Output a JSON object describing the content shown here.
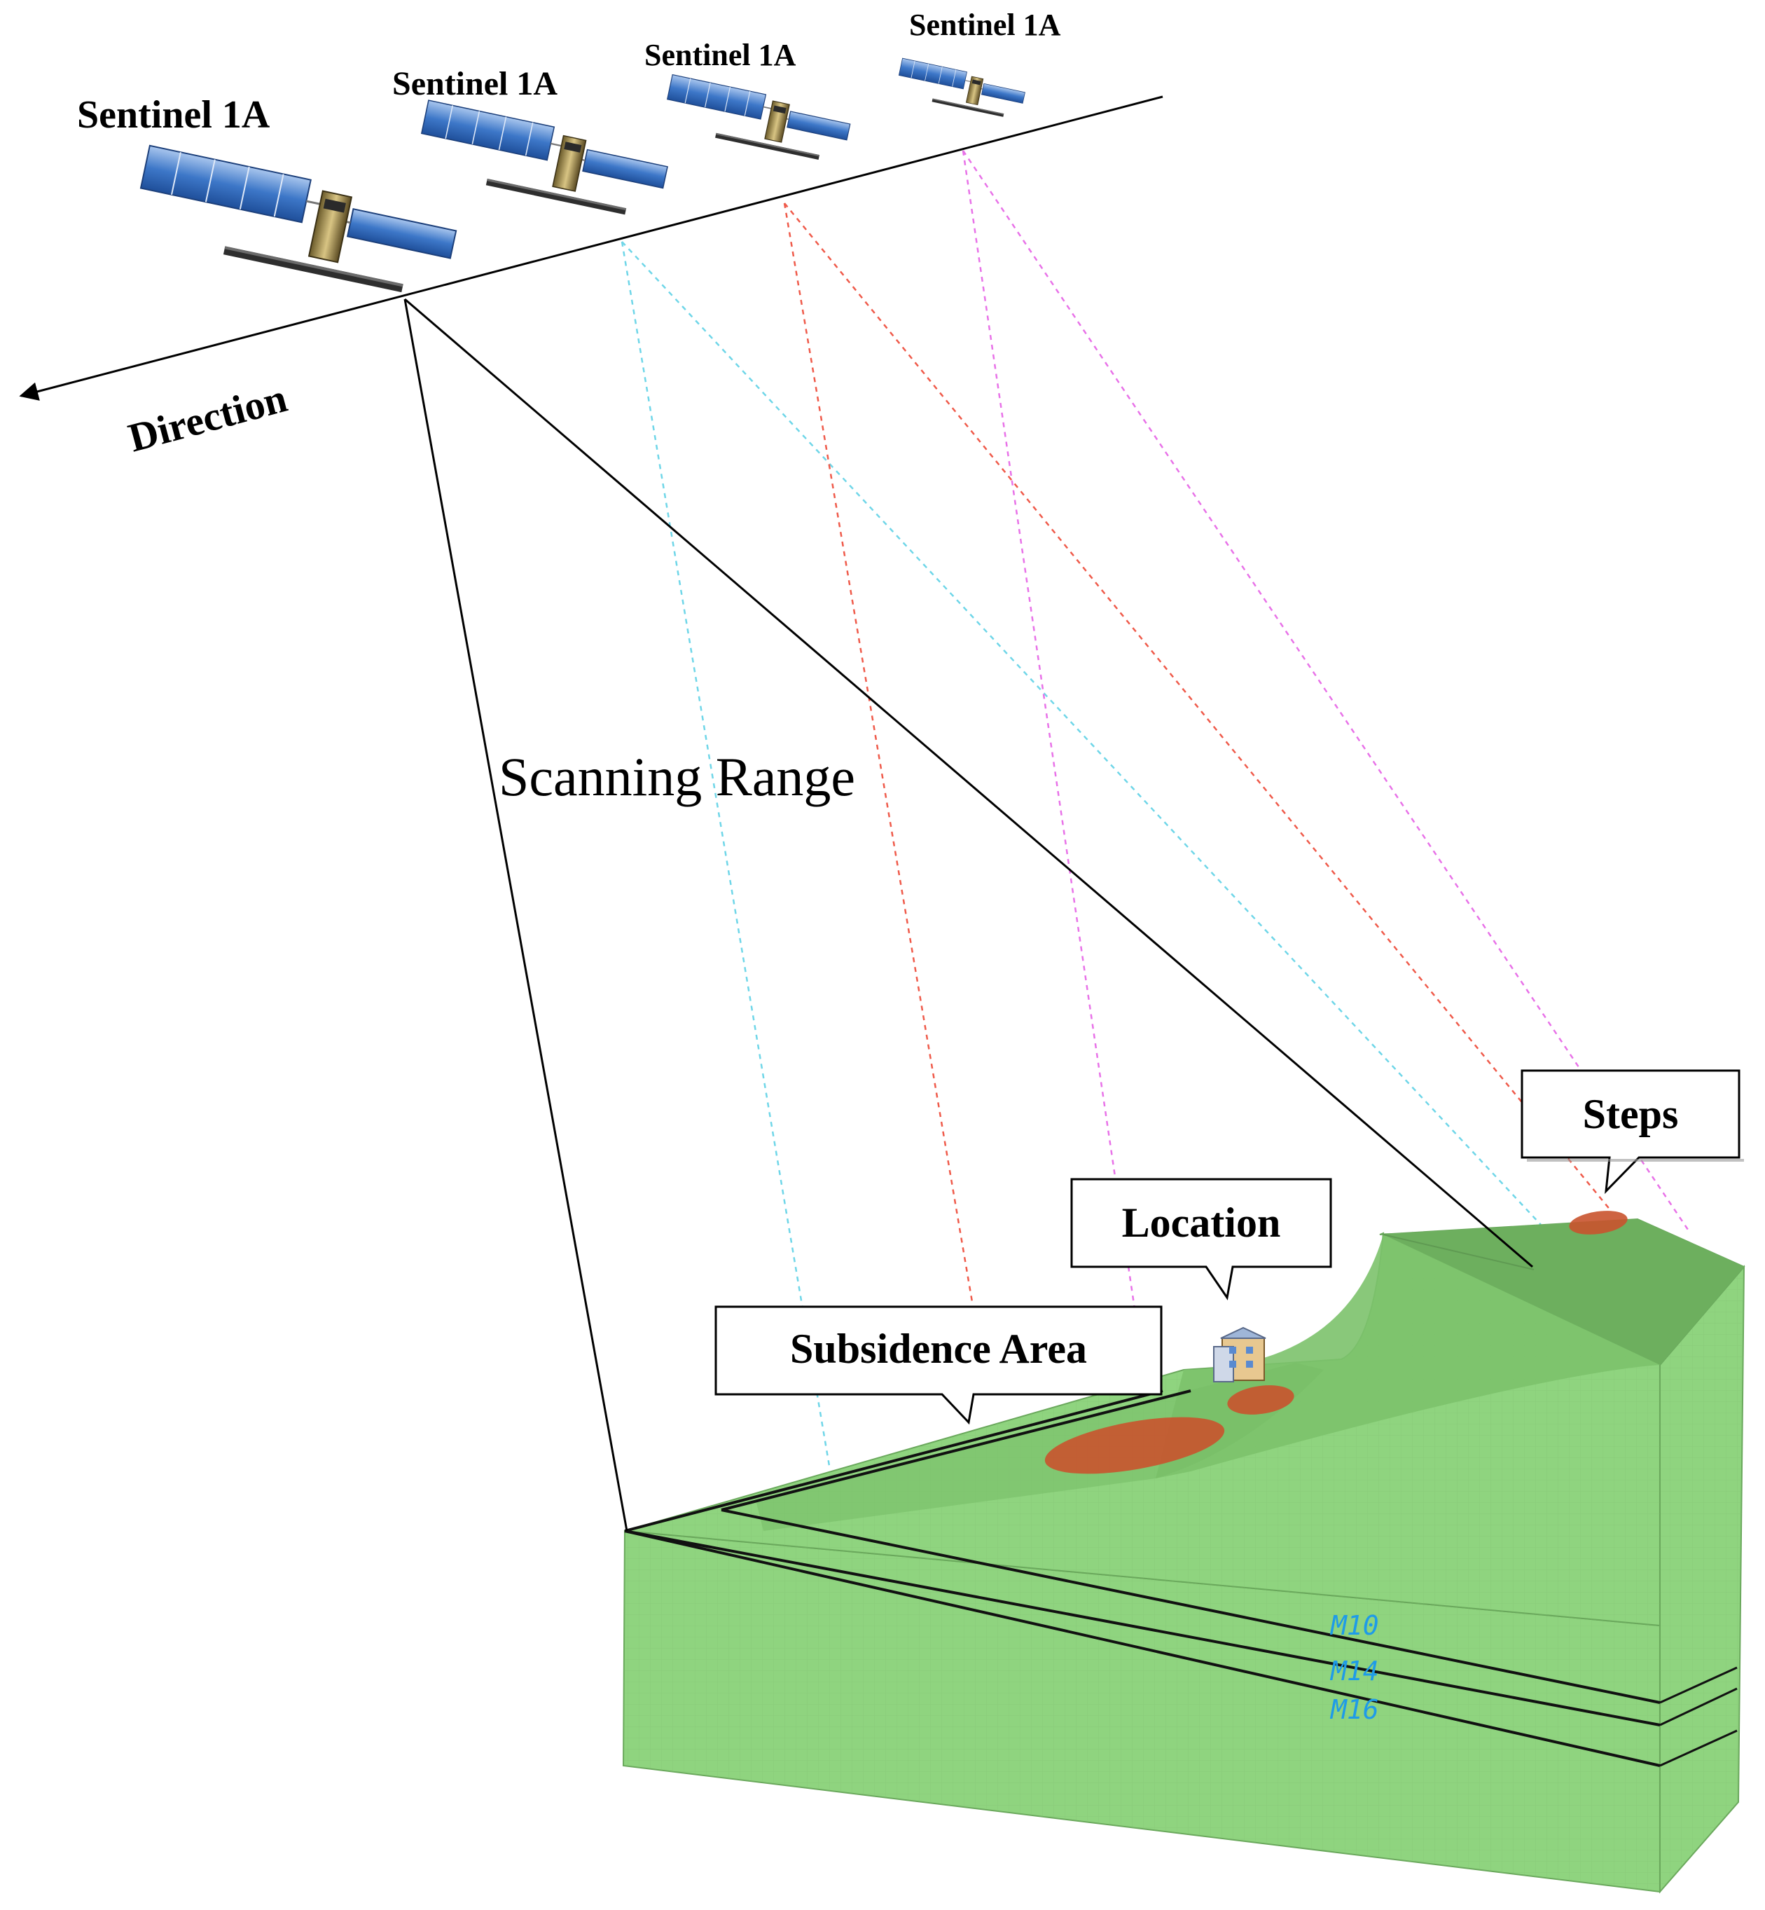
{
  "satellites": [
    {
      "label": "Sentinel 1A"
    },
    {
      "label": "Sentinel 1A"
    },
    {
      "label": "Sentinel 1A"
    },
    {
      "label": "Sentinel 1A"
    }
  ],
  "direction_label": "Direction",
  "scanning_range_label": "Scanning Range",
  "callouts": {
    "steps": "Steps",
    "location": "Location",
    "subsidence": "Subsidence Area"
  },
  "seams": [
    "M10",
    "M14",
    "M16"
  ],
  "colors": {
    "terrain_light": "#8fd47f",
    "terrain_mid": "#7cc26c",
    "terrain_dark": "#6aab5c",
    "subsidence": "#c9532e",
    "cyan_line": "#6fd6e8",
    "red_line": "#ef5a4a",
    "magenta_line": "#e872e8",
    "seam_text": "#1e9be8",
    "panel_blue": "#3d77c8"
  }
}
